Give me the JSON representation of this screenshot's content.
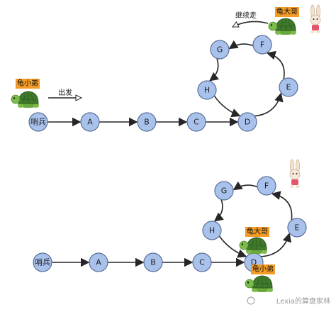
{
  "top": {
    "nodes": [
      {
        "id": "sentinel",
        "label": "哨兵"
      },
      {
        "id": "A",
        "label": "A"
      },
      {
        "id": "B",
        "label": "B"
      },
      {
        "id": "C",
        "label": "C"
      },
      {
        "id": "D",
        "label": "D"
      },
      {
        "id": "E",
        "label": "E"
      },
      {
        "id": "F",
        "label": "F"
      },
      {
        "id": "G",
        "label": "G"
      },
      {
        "id": "H",
        "label": "H"
      }
    ],
    "edges": [
      [
        "sentinel",
        "A"
      ],
      [
        "A",
        "B"
      ],
      [
        "B",
        "C"
      ],
      [
        "C",
        "D"
      ],
      [
        "D",
        "E"
      ],
      [
        "E",
        "F"
      ],
      [
        "F",
        "G"
      ],
      [
        "G",
        "H"
      ],
      [
        "H",
        "D"
      ]
    ],
    "slow_label": "龟小弟",
    "fast_label": "龟大哥",
    "start_caption": "出发",
    "continue_caption": "继续走"
  },
  "bottom": {
    "nodes": [
      {
        "id": "sentinel",
        "label": "哨兵"
      },
      {
        "id": "A",
        "label": "A"
      },
      {
        "id": "B",
        "label": "B"
      },
      {
        "id": "C",
        "label": "C"
      },
      {
        "id": "D",
        "label": "D"
      },
      {
        "id": "E",
        "label": "E"
      },
      {
        "id": "F",
        "label": "F"
      },
      {
        "id": "G",
        "label": "G"
      },
      {
        "id": "H",
        "label": "H"
      }
    ],
    "edges": [
      [
        "sentinel",
        "A"
      ],
      [
        "A",
        "B"
      ],
      [
        "B",
        "C"
      ],
      [
        "C",
        "D"
      ],
      [
        "D",
        "E"
      ],
      [
        "E",
        "F"
      ],
      [
        "F",
        "G"
      ],
      [
        "G",
        "H"
      ],
      [
        "H",
        "D"
      ]
    ],
    "slow_label": "龟小弟",
    "fast_label": "龟大哥"
  },
  "watermark": "Lexia的算盘家林",
  "colors": {
    "node_fill": "#a9c2ec",
    "node_stroke": "#5a6f98",
    "tag_bg": "#f29b26",
    "turtle_shell": "#3f7a2c",
    "turtle_skin": "#7bbd4a"
  }
}
